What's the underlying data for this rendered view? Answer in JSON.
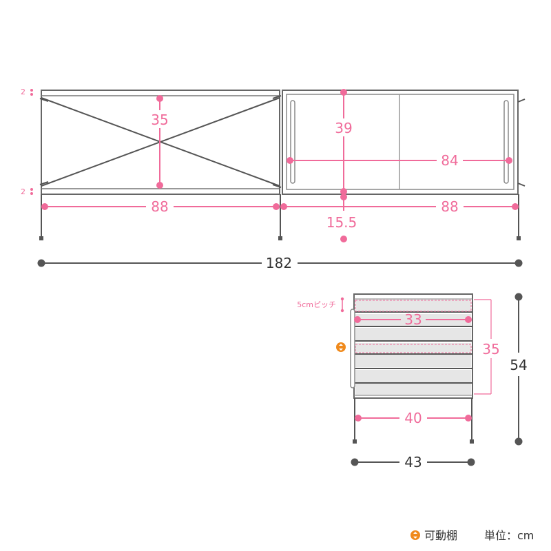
{
  "front_view": {
    "left_height": "35",
    "right_height": "39",
    "inner_width": "84",
    "left_width": "88",
    "right_width": "88",
    "leg_height": "15.5",
    "total_width": "182",
    "gap_top": "2",
    "gap_bottom": "2"
  },
  "side_view": {
    "pitch_label": "5cmピッチ",
    "inner_depth": "33",
    "inner_height": "35",
    "shelf_depth": "40",
    "total_height": "54",
    "total_depth": "43"
  },
  "legend": {
    "movable_shelf": "可動棚",
    "unit": "単位：cm"
  },
  "colors": {
    "accent_pink": "#f06b9a",
    "frame_gray": "#666666",
    "legend_orange": "#f08a1c"
  },
  "icons": {
    "legend_icon": "movable-shelf-icon"
  }
}
